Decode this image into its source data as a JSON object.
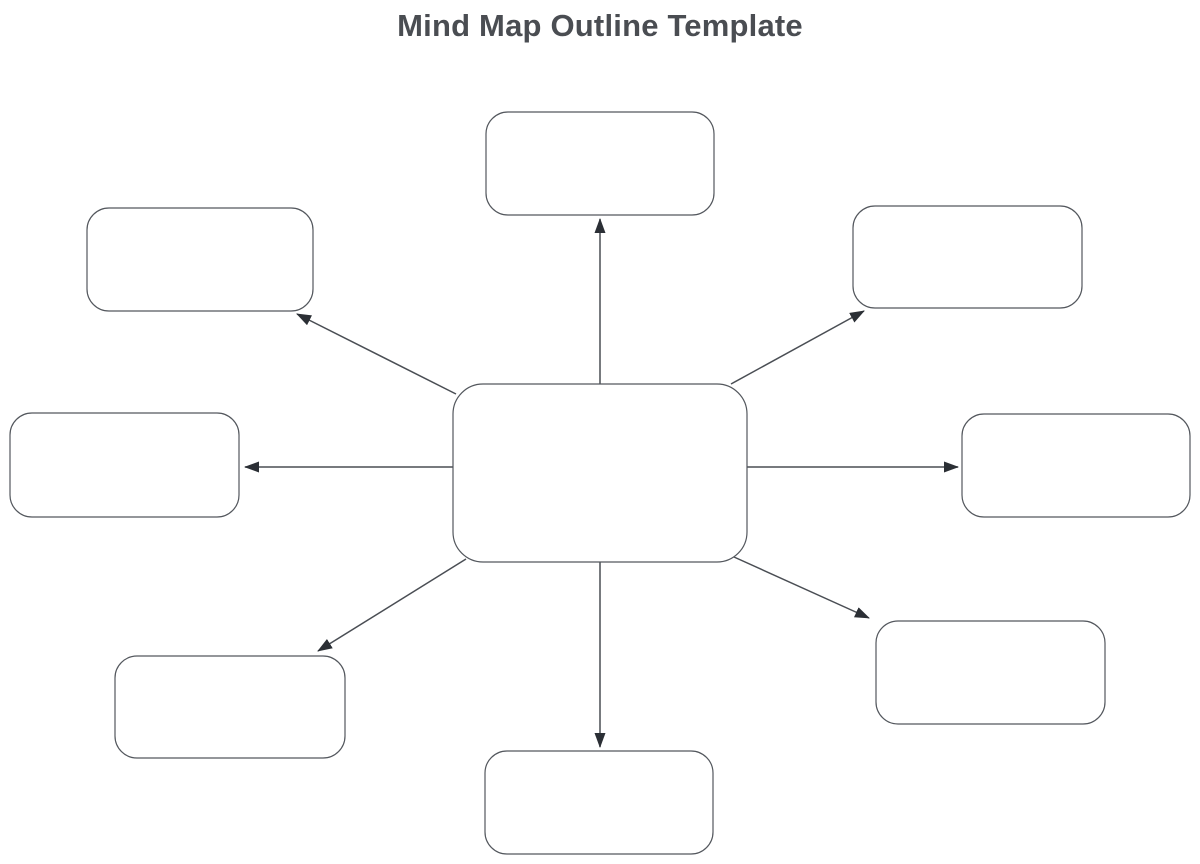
{
  "title": "Mind Map Outline Template",
  "colors": {
    "background": "#ffffff",
    "title_text": "#4a4d52",
    "box_border": "#53575d",
    "box_fill": "#ffffff",
    "connector_line": "#4a4e54",
    "arrowhead": "#2b2f35"
  },
  "diagram": {
    "type": "mind-map",
    "nodes": [
      {
        "id": "central-topic",
        "role": "center",
        "label": ""
      },
      {
        "id": "branch-top",
        "role": "branch",
        "label": ""
      },
      {
        "id": "branch-top-right",
        "role": "branch",
        "label": ""
      },
      {
        "id": "branch-right",
        "role": "branch",
        "label": ""
      },
      {
        "id": "branch-bottom-right",
        "role": "branch",
        "label": ""
      },
      {
        "id": "branch-bottom",
        "role": "branch",
        "label": ""
      },
      {
        "id": "branch-bottom-left",
        "role": "branch",
        "label": ""
      },
      {
        "id": "branch-left",
        "role": "branch",
        "label": ""
      },
      {
        "id": "branch-top-left",
        "role": "branch",
        "label": ""
      }
    ],
    "connections": [
      {
        "from": "central-topic",
        "to": "branch-top",
        "style": "arrow"
      },
      {
        "from": "central-topic",
        "to": "branch-top-right",
        "style": "arrow"
      },
      {
        "from": "central-topic",
        "to": "branch-right",
        "style": "arrow"
      },
      {
        "from": "central-topic",
        "to": "branch-bottom-right",
        "style": "arrow"
      },
      {
        "from": "central-topic",
        "to": "branch-bottom",
        "style": "arrow"
      },
      {
        "from": "central-topic",
        "to": "branch-bottom-left",
        "style": "arrow"
      },
      {
        "from": "central-topic",
        "to": "branch-left",
        "style": "arrow"
      },
      {
        "from": "central-topic",
        "to": "branch-top-left",
        "style": "arrow"
      }
    ]
  }
}
